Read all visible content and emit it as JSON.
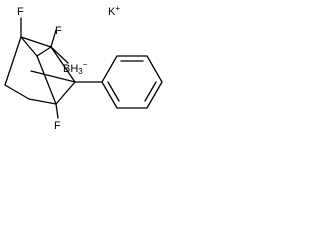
{
  "molecule": {
    "fluorine_top_left": "F",
    "fluorine_top": "F",
    "fluorine_bottom": "F",
    "borane_group": "BH",
    "borane_subscript": "3",
    "borane_charge": "−",
    "counterion": "K",
    "counterion_charge": "+"
  }
}
